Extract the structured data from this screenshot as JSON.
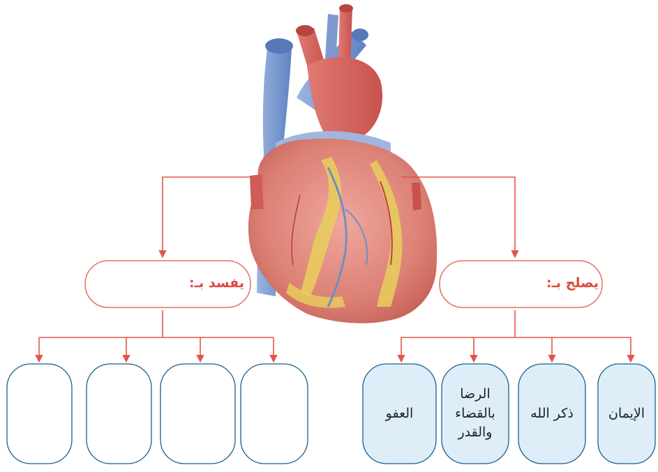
{
  "colors": {
    "connector": "#e5534b",
    "header_border": "#e8705f",
    "header_text": "#e0483f",
    "filled_box_bg": "#ddeef8",
    "box_border": "#1a5e88"
  },
  "image": {
    "name": "heart-illustration"
  },
  "right_branch": {
    "label": "يصلح بـ:",
    "items": [
      "الإيمان",
      "ذكر الله",
      "الرضا بالقضاء والقدر",
      "العفو"
    ]
  },
  "left_branch": {
    "label": "يفسد بـ:",
    "items": [
      "",
      "",
      "",
      ""
    ]
  }
}
